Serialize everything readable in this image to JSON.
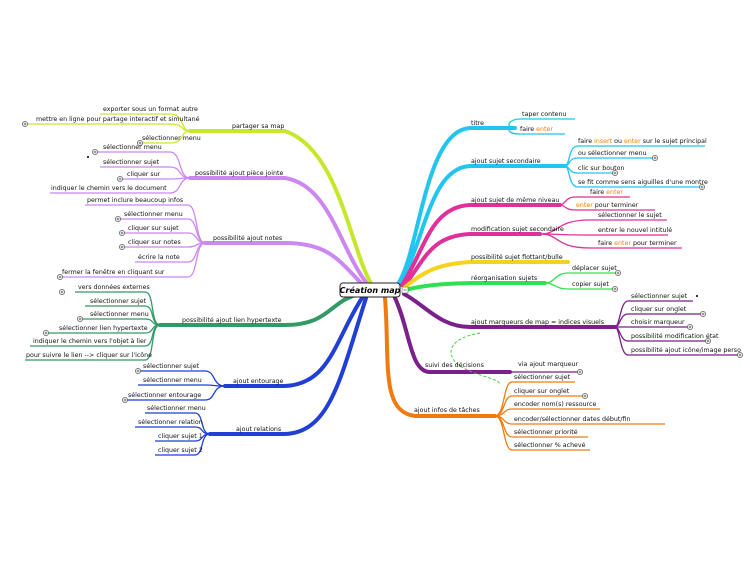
{
  "central": "Création map",
  "colors": {
    "partager": "#c6e82c",
    "jointe": "#cc88f0",
    "notes": "#cc88f0",
    "hypertexte": "#339966",
    "entourage": "#1f3fd6",
    "relations": "#1f3fd6",
    "titre": "#22c4f0",
    "secondaire": "#22c4f0",
    "meme_niveau": "#e0309a",
    "modification": "#e0309a",
    "flottant": "#f6d21a",
    "reorganisation": "#30e050",
    "marqueurs": "#7b1f8a",
    "decisions": "#7b1f8a",
    "taches": "#f07a10",
    "highlight": "#ff7a00",
    "dashed_link": "#33cc33"
  },
  "left": {
    "partager": {
      "label": "partager sa map",
      "children": [
        "exporter sous un format autre",
        "mettre en ligne pour partage interactif et simultané",
        "sélectionner menu"
      ]
    },
    "jointe": {
      "label": "possibilité ajout pièce jointe",
      "children": [
        "sélectionner menu",
        "sélectionner sujet",
        "cliquer sur",
        "indiquer le chemin vers le document"
      ]
    },
    "notes": {
      "label": "possibilité ajout notes",
      "children": [
        "permet inclure beaucoup infos",
        "sélectionner menu",
        "cliquer sur sujet",
        "cliquer sur notes",
        "écrire la note",
        "fermer la fenêtre en cliquant sur"
      ]
    },
    "hypertexte": {
      "label": "possibilité ajout lien hypertexte",
      "children": [
        "vers données externes",
        "sélectionner sujet",
        "sélectionner menu",
        "sélectionner lien hypertexte",
        "indiquer le chemin vers l'objet à lier",
        "pour suivre le lien --> cliquer sur l'icône"
      ]
    },
    "entourage": {
      "label": "ajout entourage",
      "children": [
        "sélectionner sujet",
        "sélectionner menu",
        "sélectionner entourage"
      ]
    },
    "relations": {
      "label": "ajout relations",
      "children": [
        "sélectionner menu",
        "sélectionner relation",
        "cliquer sujet 1",
        "cliquer sujet 2"
      ]
    }
  },
  "right": {
    "titre": {
      "label": "titre",
      "children": [
        "taper contenu",
        "faire enter"
      ]
    },
    "secondaire": {
      "label": "ajout sujet secondaire",
      "children": [
        "faire insert ou enter sur le sujet principal",
        "ou sélectionner menu",
        "clic sur bouton",
        "se fit comme sens aiguilles d'une montre"
      ]
    },
    "meme_niveau": {
      "label": "ajout sujet de même niveau",
      "children": [
        "faire enter",
        "enter pour terminer"
      ]
    },
    "modification": {
      "label": "modification sujet secondaire",
      "children": [
        "sélectionner le sujet",
        "entrer le nouvel intitulé",
        "faire enter pour terminer"
      ]
    },
    "flottant": {
      "label": "possibilité sujet flottant/bulle"
    },
    "reorganisation": {
      "label": "réorganisation sujets",
      "children": [
        "déplacer sujet",
        "copier sujet"
      ]
    },
    "marqueurs": {
      "label": "ajout marqueurs de map = indices visuels",
      "children": [
        "sélectionner sujet",
        "cliquer sur onglet",
        "choisir marqueur",
        "possibilité modification état",
        "possibilité ajout icône/image perso"
      ]
    },
    "decisions": {
      "label": "suivi des décisions",
      "children": [
        "via ajout marqueur"
      ]
    },
    "taches": {
      "label": "ajout infos de tâches",
      "children": [
        "sélectionner sujet",
        "cliquer sur onglet",
        "encoder nom(s) ressource",
        "encoder/sélectionner dates début/fin",
        "sélectionner priorité",
        "sélectionner % achevé"
      ]
    }
  },
  "highlight_word": "enter",
  "highlight_word_2": "insert"
}
